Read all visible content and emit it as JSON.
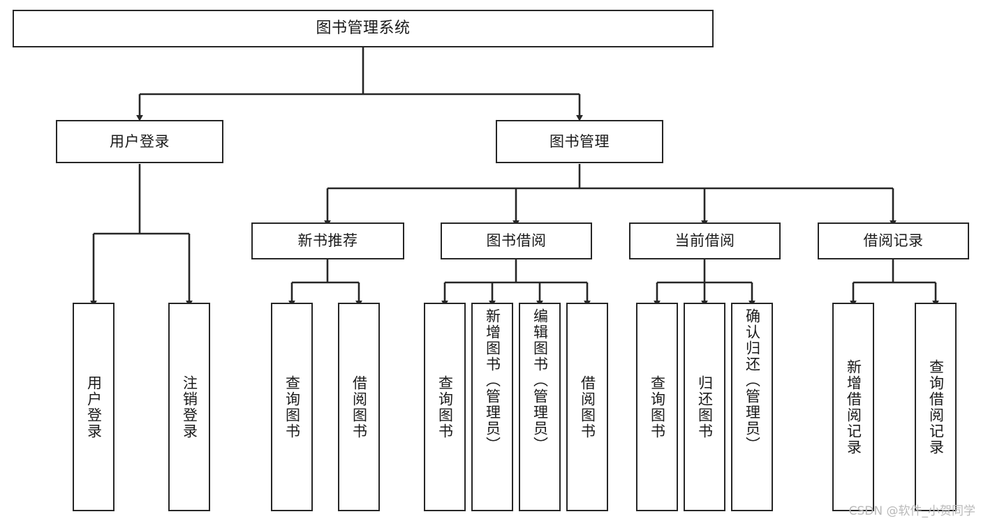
{
  "diagram": {
    "title": "图书管理系统",
    "type": "tree-hierarchy",
    "root": {
      "id": "root",
      "label": "图书管理系统"
    },
    "level1": [
      {
        "id": "user-login",
        "label": "用户登录"
      },
      {
        "id": "book-manage",
        "label": "图书管理"
      }
    ],
    "level2": [
      {
        "id": "new-book-rec",
        "label": "新书推荐",
        "parent": "book-manage"
      },
      {
        "id": "book-borrow",
        "label": "图书借阅",
        "parent": "book-manage"
      },
      {
        "id": "current-borrow",
        "label": "当前借阅",
        "parent": "book-manage"
      },
      {
        "id": "borrow-record",
        "label": "借阅记录",
        "parent": "book-manage"
      }
    ],
    "leaves": [
      {
        "id": "leaf-user-login",
        "label": "用户登录",
        "parent": "user-login"
      },
      {
        "id": "leaf-logout",
        "label": "注销登录",
        "parent": "user-login"
      },
      {
        "id": "leaf-query-book-1",
        "label": "查询图书",
        "parent": "new-book-rec"
      },
      {
        "id": "leaf-borrow-book-1",
        "label": "借阅图书",
        "parent": "new-book-rec"
      },
      {
        "id": "leaf-query-book-2",
        "label": "查询图书",
        "parent": "book-borrow"
      },
      {
        "id": "leaf-add-book",
        "label": "新增图书（管理员）",
        "parent": "book-borrow"
      },
      {
        "id": "leaf-edit-book",
        "label": "编辑图书（管理员）",
        "parent": "book-borrow"
      },
      {
        "id": "leaf-borrow-book-2",
        "label": "借阅图书",
        "parent": "book-borrow"
      },
      {
        "id": "leaf-query-book-3",
        "label": "查询图书",
        "parent": "current-borrow"
      },
      {
        "id": "leaf-return-book",
        "label": "归还图书",
        "parent": "current-borrow"
      },
      {
        "id": "leaf-confirm-return",
        "label": "确认归还（管理员）",
        "parent": "current-borrow"
      },
      {
        "id": "leaf-add-record",
        "label": "新增借阅记录",
        "parent": "borrow-record"
      },
      {
        "id": "leaf-query-record",
        "label": "查询借阅记录",
        "parent": "borrow-record"
      }
    ],
    "colors": {
      "stroke": "#262626",
      "fill": "#ffffff",
      "text": "#1a1a1a",
      "watermark": "#b9b9b9"
    }
  },
  "watermark": {
    "text": "CSDN @软件_小贺同学"
  }
}
